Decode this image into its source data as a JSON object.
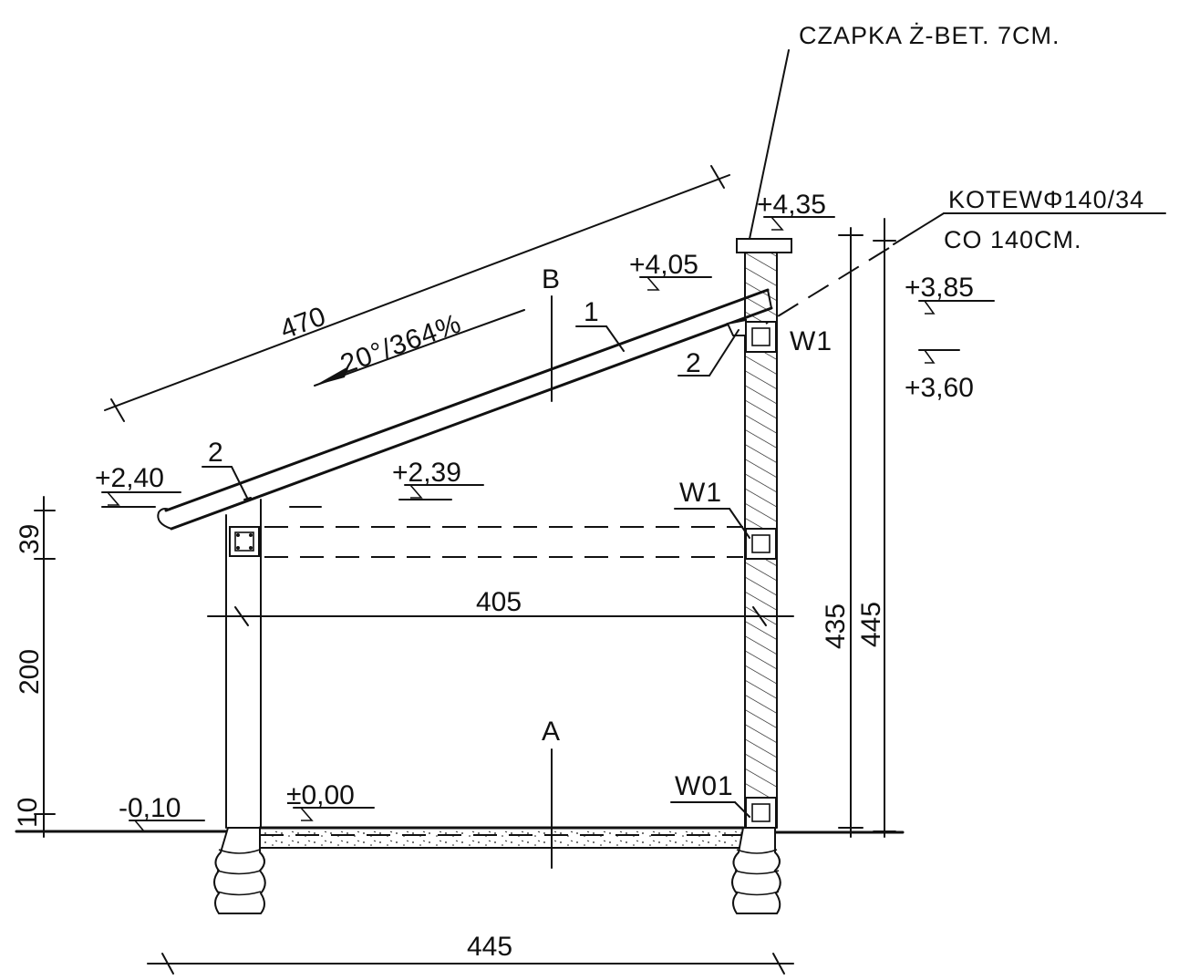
{
  "labels": {
    "cap": "CZAPKA Ż-BET. 7CM.",
    "anchor_line1": "KOTEWΦ140/34",
    "anchor_line2": "CO 140CM.",
    "slope": "20°/364%",
    "section_a": "A",
    "section_b": "B",
    "roof_mark": "1",
    "purlin_mark_top": "2",
    "purlin_mark_left": "2",
    "lintel_top": "W1",
    "lintel_mid": "W1",
    "lintel_bottom": "W01"
  },
  "levels": {
    "cap_top": "+4,35",
    "roof_top": "+4,05",
    "level_385": "+3,85",
    "level_360": "+3,60",
    "eave": "+2,40",
    "beam": "+2,39",
    "floor": "±0,00",
    "ground": "-0,10"
  },
  "dimensions": {
    "rafter_length": "470",
    "clear_span": "405",
    "overall_width": "445",
    "height_435": "435",
    "height_445": "445",
    "left_39": "39",
    "left_200": "200",
    "left_10": "10"
  }
}
